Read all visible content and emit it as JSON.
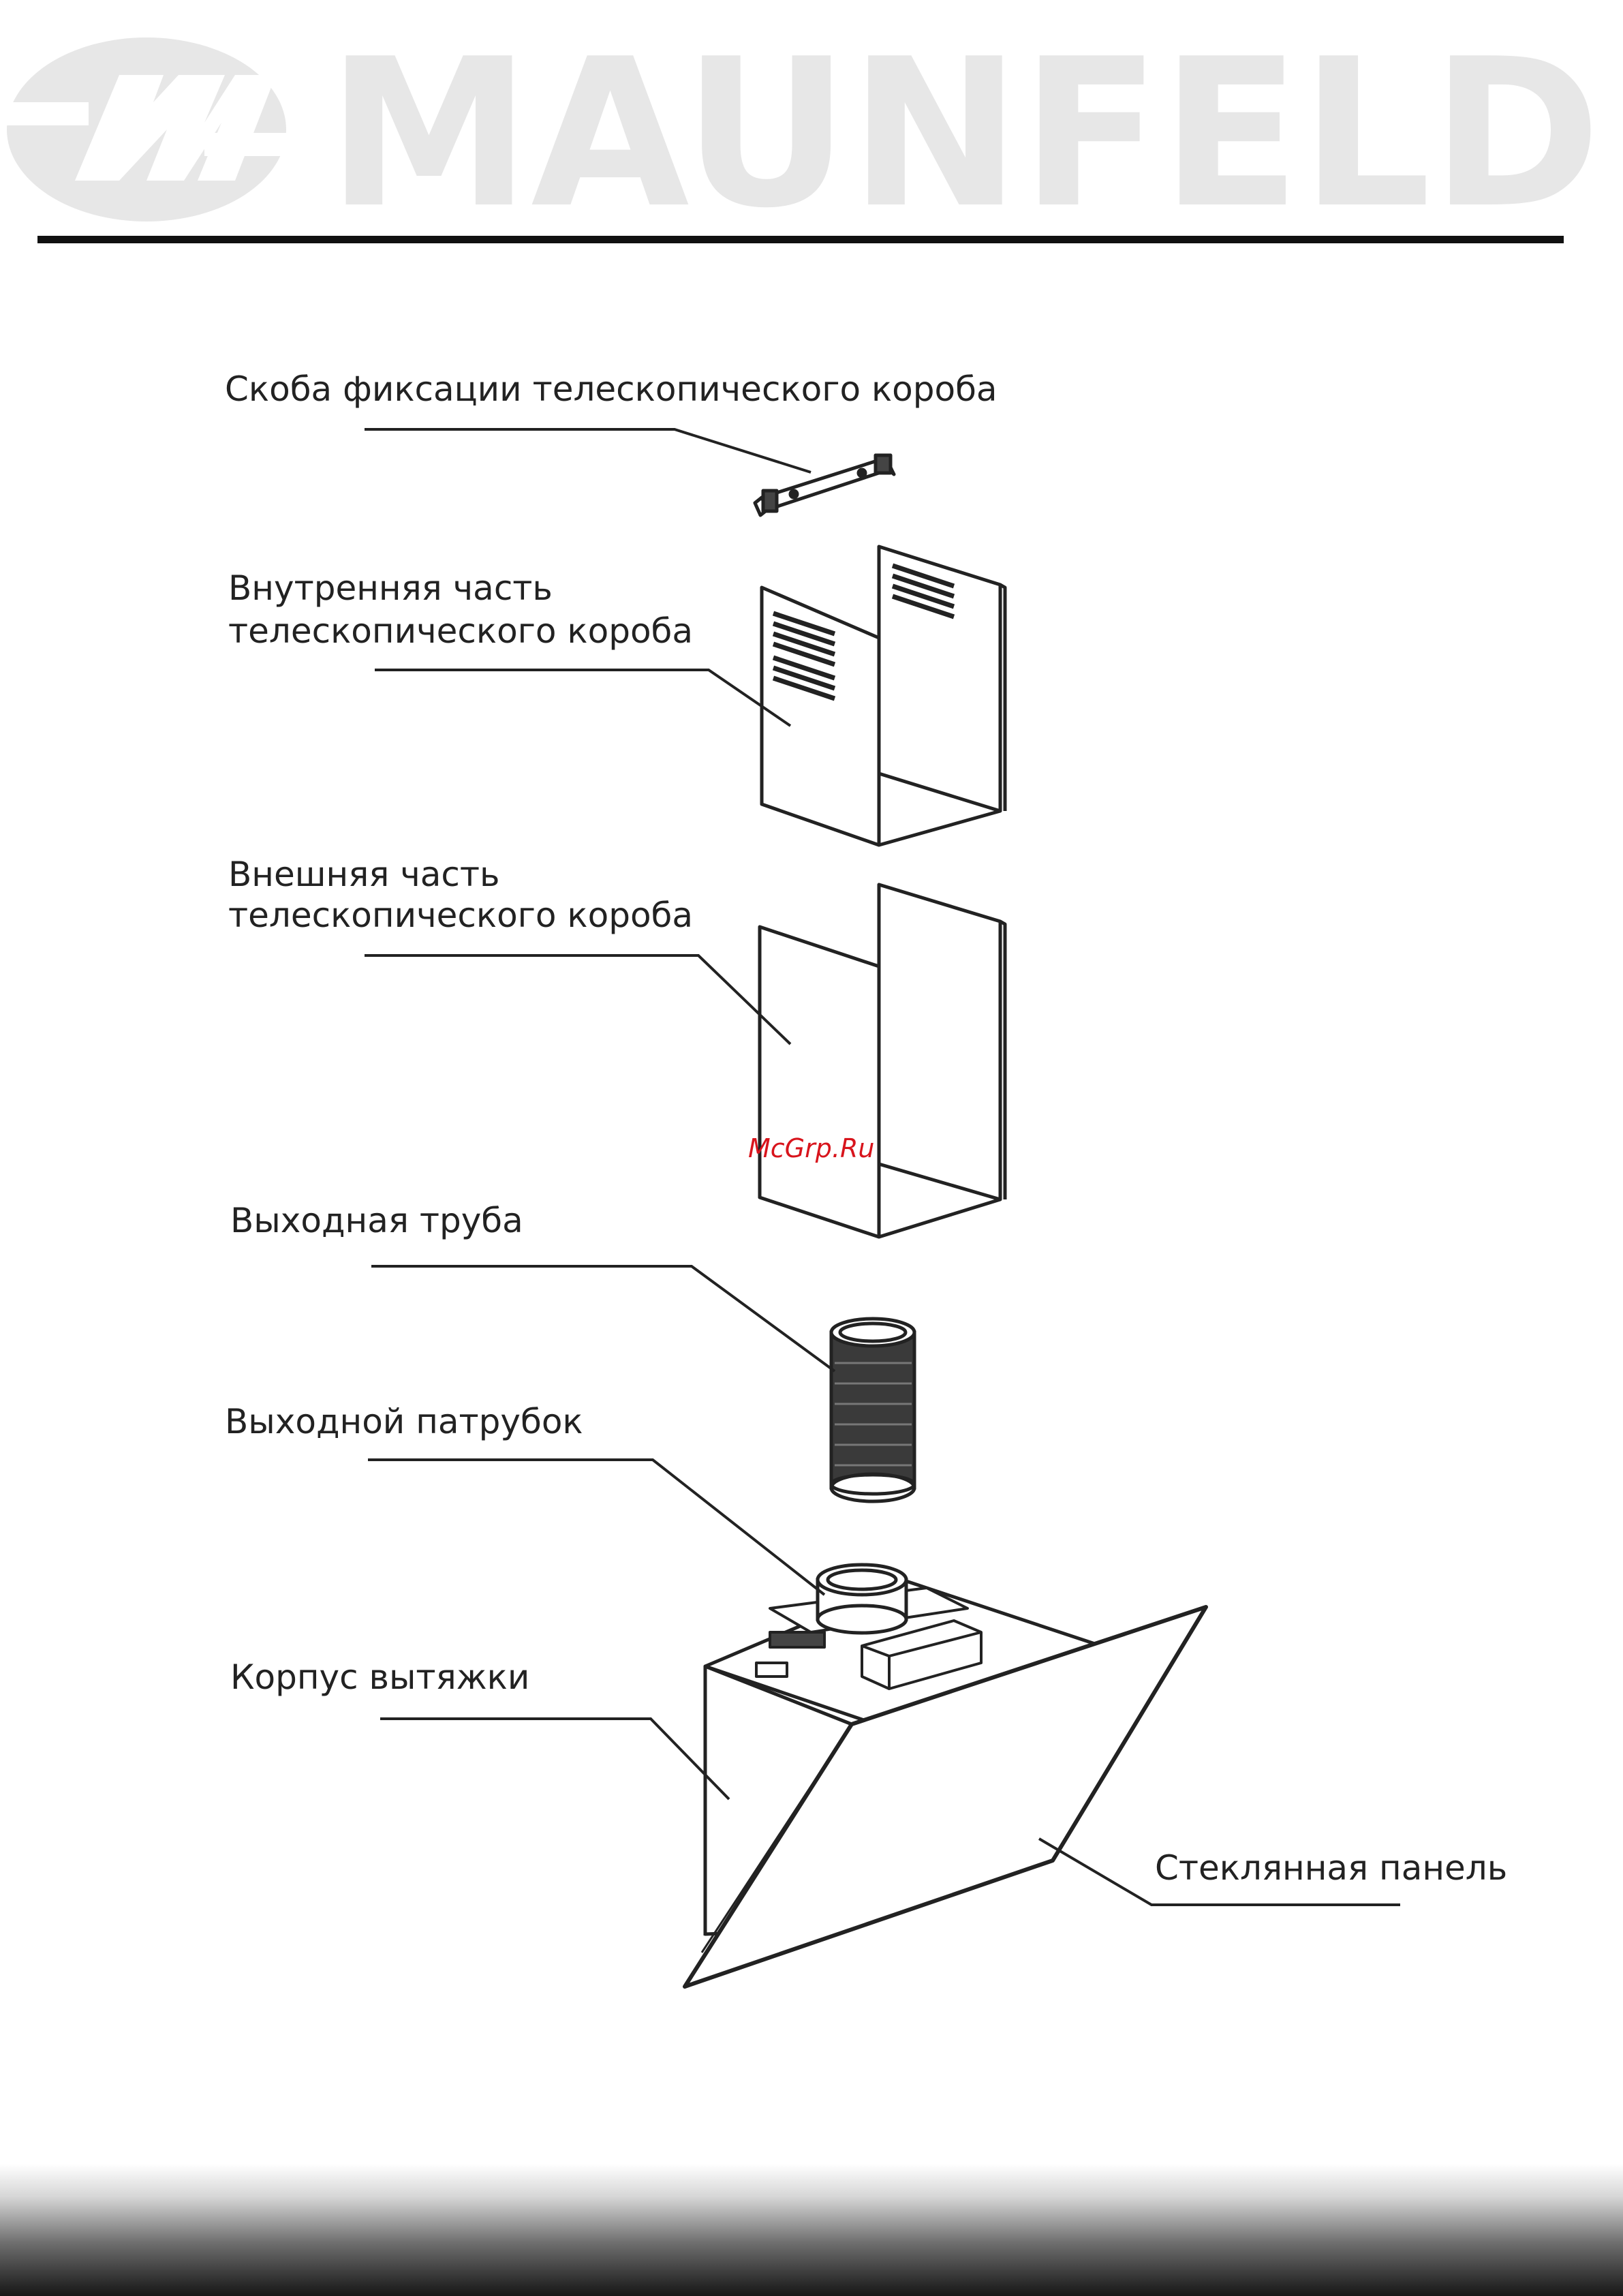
{
  "brand": {
    "name": "MAUNFELD",
    "logo_monogram": "M",
    "logo_color": "#e7e7e7"
  },
  "diagram": {
    "labels": {
      "bracket": "Скоба фиксации телескопического короба",
      "inner_line1": "Внутренняя часть",
      "inner_line2": "телескопического короба",
      "outer_line1": "Внешняя часть",
      "outer_line2": "телескопического короба",
      "pipe": "Выходная труба",
      "outlet": "Выходной патрубок",
      "body": "Корпус вытяжки",
      "glass": "Стеклянная панель"
    }
  },
  "watermark": "McGrp.Ru",
  "colors": {
    "line": "#222222",
    "watermark": "#d8141c"
  }
}
